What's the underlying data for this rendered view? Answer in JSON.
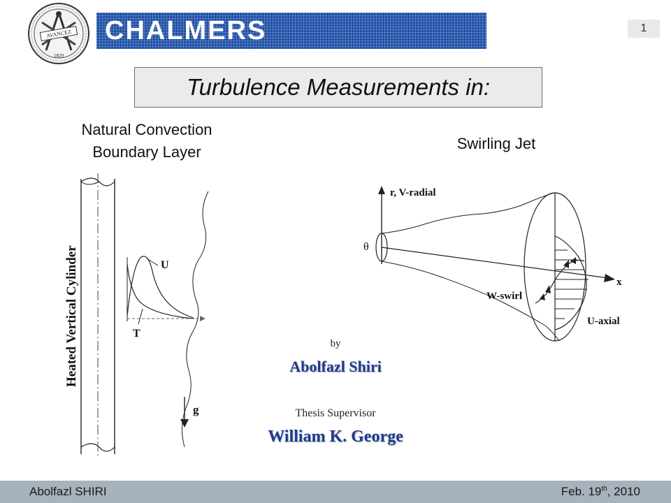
{
  "header": {
    "brand": "CHALMERS",
    "seal_text_top": "AVANCEZ",
    "seal_year": "1829",
    "page_number": "1"
  },
  "title": "Turbulence Measurements in:",
  "left_section": {
    "heading_line1": "Natural Convection",
    "heading_line2": "Boundary Layer",
    "figure": {
      "cylinder_label": "Heated Vertical Cylinder",
      "velocity_label": "U",
      "temperature_label": "T",
      "gravity_label": "g"
    }
  },
  "right_section": {
    "heading": "Swirling Jet",
    "figure": {
      "radial_label": "r, V-radial",
      "theta_label": "θ",
      "axis_label": "x",
      "swirl_label": "W-swirl",
      "axial_label": "U-axial"
    }
  },
  "credits": {
    "by": "by",
    "author": "Abolfazl Shiri",
    "supervisor_label": "Thesis Supervisor",
    "supervisor": "William K. George"
  },
  "footer": {
    "left": "Abolfazl SHIRI",
    "date_prefix": "Feb. 19",
    "date_sup": "th",
    "date_suffix": ", 2010"
  },
  "colors": {
    "brand_blue": "#1d4fa6",
    "name_blue": "#1f3c8c",
    "footer_bg": "#a6b2bc"
  }
}
